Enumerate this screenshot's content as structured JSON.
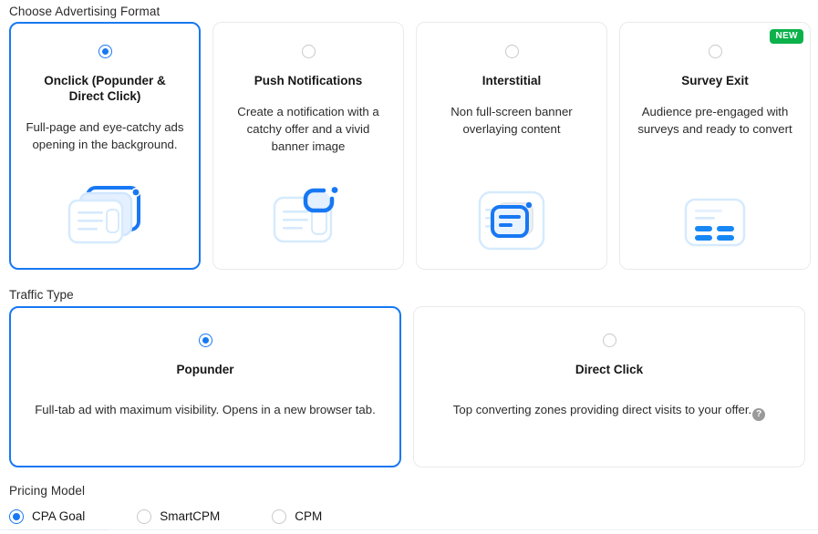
{
  "sections": {
    "format_label": "Choose Advertising Format",
    "traffic_label": "Traffic Type",
    "pricing_label": "Pricing Model"
  },
  "colors": {
    "accent": "#1878f3",
    "badge_green": "#0cb14b",
    "border": "#e9eaec",
    "text": "#171717",
    "icon_light": "#d9eafd",
    "icon_pale": "#eef6ff"
  },
  "format_cards": [
    {
      "title": "Onclick (Popunder & Direct Click)",
      "desc": "Full-page and eye-catchy ads opening in the background.",
      "selected": true,
      "badge": "",
      "icon": "stacked-cards-icon"
    },
    {
      "title": "Push Notifications",
      "desc": "Create a notification with a catchy offer and a vivid banner image",
      "selected": false,
      "badge": "",
      "icon": "push-bubble-icon"
    },
    {
      "title": "Interstitial",
      "desc": "Non full-screen banner overlaying content",
      "selected": false,
      "badge": "",
      "icon": "interstitial-banner-icon"
    },
    {
      "title": "Survey Exit",
      "desc": "Audience pre-engaged with surveys and ready to convert",
      "selected": false,
      "badge": "NEW",
      "icon": "survey-form-icon"
    }
  ],
  "traffic_cards": [
    {
      "title": "Popunder",
      "desc": "Full-tab ad with maximum visibility. Opens in a new browser tab.",
      "selected": true,
      "has_help": false,
      "help_glyph": ""
    },
    {
      "title": "Direct Click",
      "desc": "Top converting zones providing direct visits to your offer.",
      "selected": false,
      "has_help": true,
      "help_glyph": "?"
    }
  ],
  "pricing_options": [
    {
      "label": "CPA Goal",
      "selected": true
    },
    {
      "label": "SmartCPM",
      "selected": false
    },
    {
      "label": "CPM",
      "selected": false
    }
  ]
}
